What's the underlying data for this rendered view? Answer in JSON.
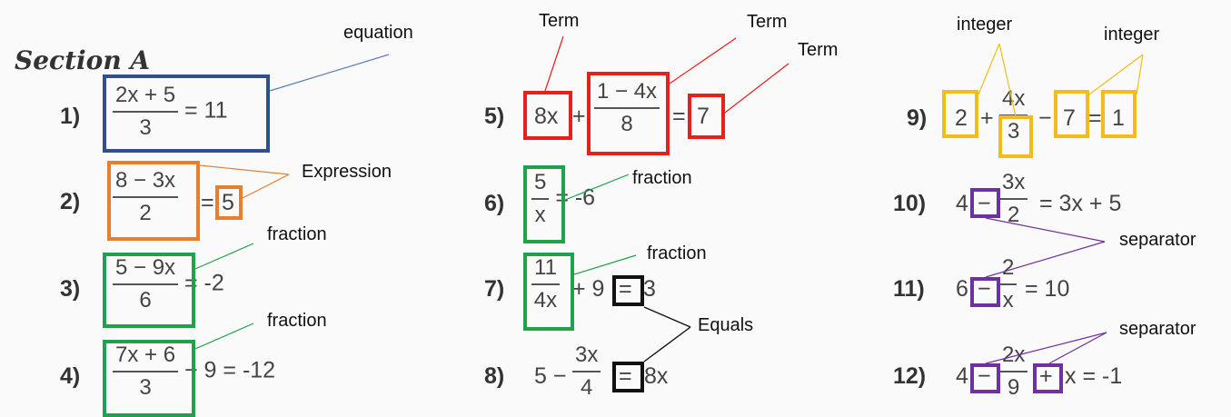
{
  "section_title": "Section A",
  "problems": [
    {
      "num": "1)",
      "num_text": "2x + 5",
      "den_text": "3",
      "rest": "= 11"
    },
    {
      "num": "2)",
      "num_text": "8 − 3x",
      "den_text": "2",
      "rest": "=",
      "tail": "5"
    },
    {
      "num": "3)",
      "num_text": "5 − 9x",
      "den_text": "6",
      "rest": "= -2"
    },
    {
      "num": "4)",
      "num_text": "7x + 6",
      "den_text": "3",
      "rest": "− 9 = -12"
    },
    {
      "num": "5)",
      "pre": "8x",
      "plus": "+",
      "num_text": "1 − 4x",
      "den_text": "8",
      "eq": "=",
      "tail": "7"
    },
    {
      "num": "6)",
      "num_text": "5",
      "den_text": "x",
      "rest": "= -6"
    },
    {
      "num": "7)",
      "num_text": "11",
      "den_text": "4x",
      "rest": "+ 9",
      "eq": "=",
      "tail": "3"
    },
    {
      "num": "8)",
      "pre": "5 −",
      "num_text": "3x",
      "den_text": "4",
      "eq": "=",
      "tail": "8x"
    },
    {
      "num": "9)",
      "pre": "2",
      "plus": "+",
      "num_text": "4x",
      "den_text": "3",
      "minus": "−",
      "mid": "7",
      "eq": "=",
      "tail": "1"
    },
    {
      "num": "10)",
      "pre": "4",
      "sep": "−",
      "num_text": "3x",
      "den_text": "2",
      "rest": "= 3x + 5"
    },
    {
      "num": "11)",
      "pre": "6",
      "sep": "−",
      "num_text": "2",
      "den_text": "x",
      "rest": "= 10"
    },
    {
      "num": "12)",
      "pre": "4",
      "sep": "−",
      "num_text": "2x",
      "den_text": "9",
      "sep2": "+",
      "rest": "x = -1"
    }
  ],
  "annotations": {
    "equation": "equation",
    "expression": "Expression",
    "fraction": "fraction",
    "term": "Term",
    "equals": "Equals",
    "integer": "integer",
    "separator": "separator"
  },
  "colors": {
    "equation": "#2f4f8f",
    "expression": "#e87f2e",
    "fraction": "#1fa24b",
    "term": "#e8201d",
    "equals": "#111111",
    "integer": "#f2bd1b",
    "separator": "#7030a0"
  }
}
